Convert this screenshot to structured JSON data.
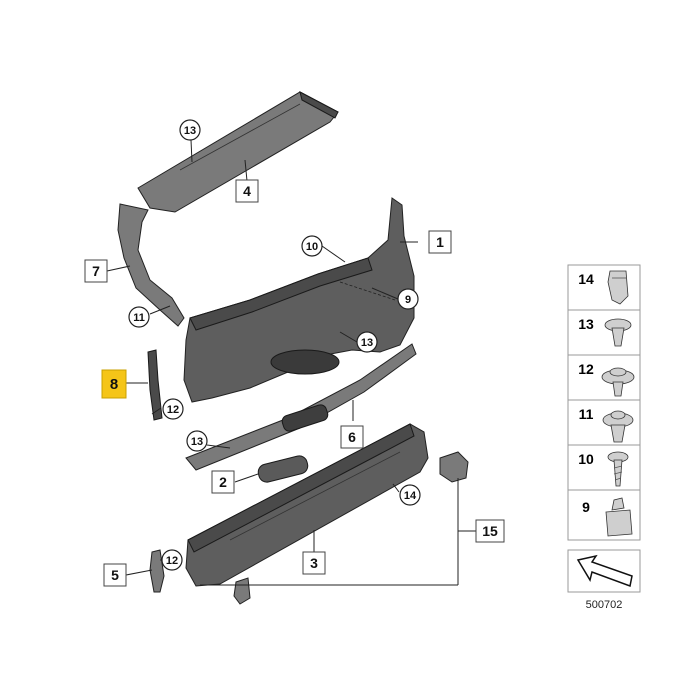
{
  "diagram_id": "500702",
  "highlight_color": "#f5c518",
  "parts": [
    {
      "key": "p1",
      "number": "1",
      "shape": "square",
      "highlighted": false
    },
    {
      "key": "p2",
      "number": "2",
      "shape": "square",
      "highlighted": false
    },
    {
      "key": "p3",
      "number": "3",
      "shape": "square",
      "highlighted": false
    },
    {
      "key": "p4",
      "number": "4",
      "shape": "square",
      "highlighted": false
    },
    {
      "key": "p5",
      "number": "5",
      "shape": "square",
      "highlighted": false
    },
    {
      "key": "p6",
      "number": "6",
      "shape": "square",
      "highlighted": false
    },
    {
      "key": "p7",
      "number": "7",
      "shape": "square",
      "highlighted": false
    },
    {
      "key": "p8",
      "number": "8",
      "shape": "square",
      "highlighted": true
    },
    {
      "key": "p15",
      "number": "15",
      "shape": "square",
      "highlighted": false
    },
    {
      "key": "c13a",
      "number": "13",
      "shape": "circle",
      "highlighted": false
    },
    {
      "key": "c10",
      "number": "10",
      "shape": "circle",
      "highlighted": false
    },
    {
      "key": "c9",
      "number": "9",
      "shape": "circle",
      "highlighted": false
    },
    {
      "key": "c11",
      "number": "11",
      "shape": "circle",
      "highlighted": false
    },
    {
      "key": "c13b",
      "number": "13",
      "shape": "circle",
      "highlighted": false
    },
    {
      "key": "c12a",
      "number": "12",
      "shape": "circle",
      "highlighted": false
    },
    {
      "key": "c13c",
      "number": "13",
      "shape": "circle",
      "highlighted": false
    },
    {
      "key": "c14",
      "number": "14",
      "shape": "circle",
      "highlighted": false
    },
    {
      "key": "c12b",
      "number": "12",
      "shape": "circle",
      "highlighted": false
    }
  ],
  "legend": [
    {
      "number": "14",
      "icon": "clip-icon"
    },
    {
      "number": "13",
      "icon": "expanding-rivet-icon"
    },
    {
      "number": "12",
      "icon": "push-rivet-icon"
    },
    {
      "number": "11",
      "icon": "expanding-rivet-large-icon"
    },
    {
      "number": "10",
      "icon": "screw-icon"
    },
    {
      "number": "9",
      "icon": "nut-clip-icon"
    },
    {
      "number": "",
      "icon": "arrow-icon"
    }
  ]
}
